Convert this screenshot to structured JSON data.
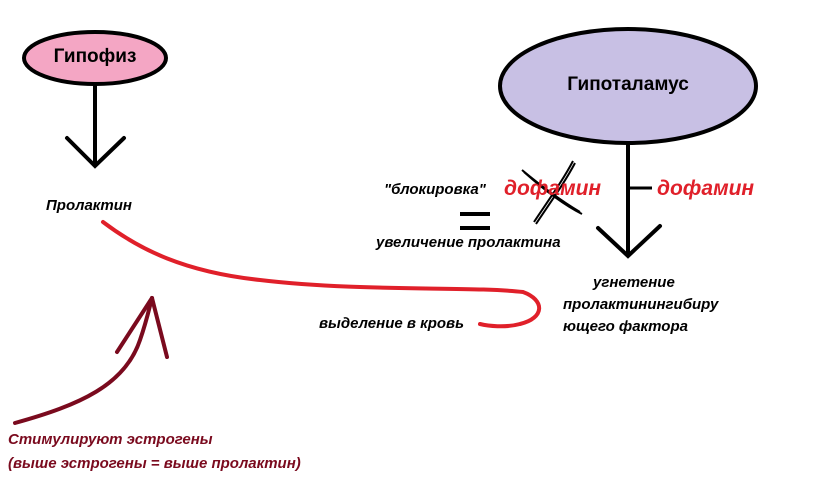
{
  "nodes": {
    "pituitary": "Гипофиз",
    "hypothalamus": "Гипоталамус"
  },
  "labels": {
    "prolactin": "Пролактин",
    "blocking": "\"блокировка\"",
    "dopamine_crossed": "дофамин",
    "dopamine": "дофамин",
    "prolactin_increase": "увеличение пролактина",
    "inhibition_line1": "угнетение",
    "inhibition_line2": "пролактинингибиру",
    "inhibition_line3": "ющего фактора",
    "release_to_blood": "выделение в кровь",
    "estrogen_line1": "Стимулируют эстрогены",
    "estrogen_line2": "(выше эстрогены =  выше пролактин)"
  },
  "colors": {
    "pituitary_fill": "#f4a6c4",
    "hypothalamus_fill": "#c8c0e4",
    "accent_red": "#e0202a",
    "maroon": "#7a0a1e",
    "stroke": "#000000"
  }
}
